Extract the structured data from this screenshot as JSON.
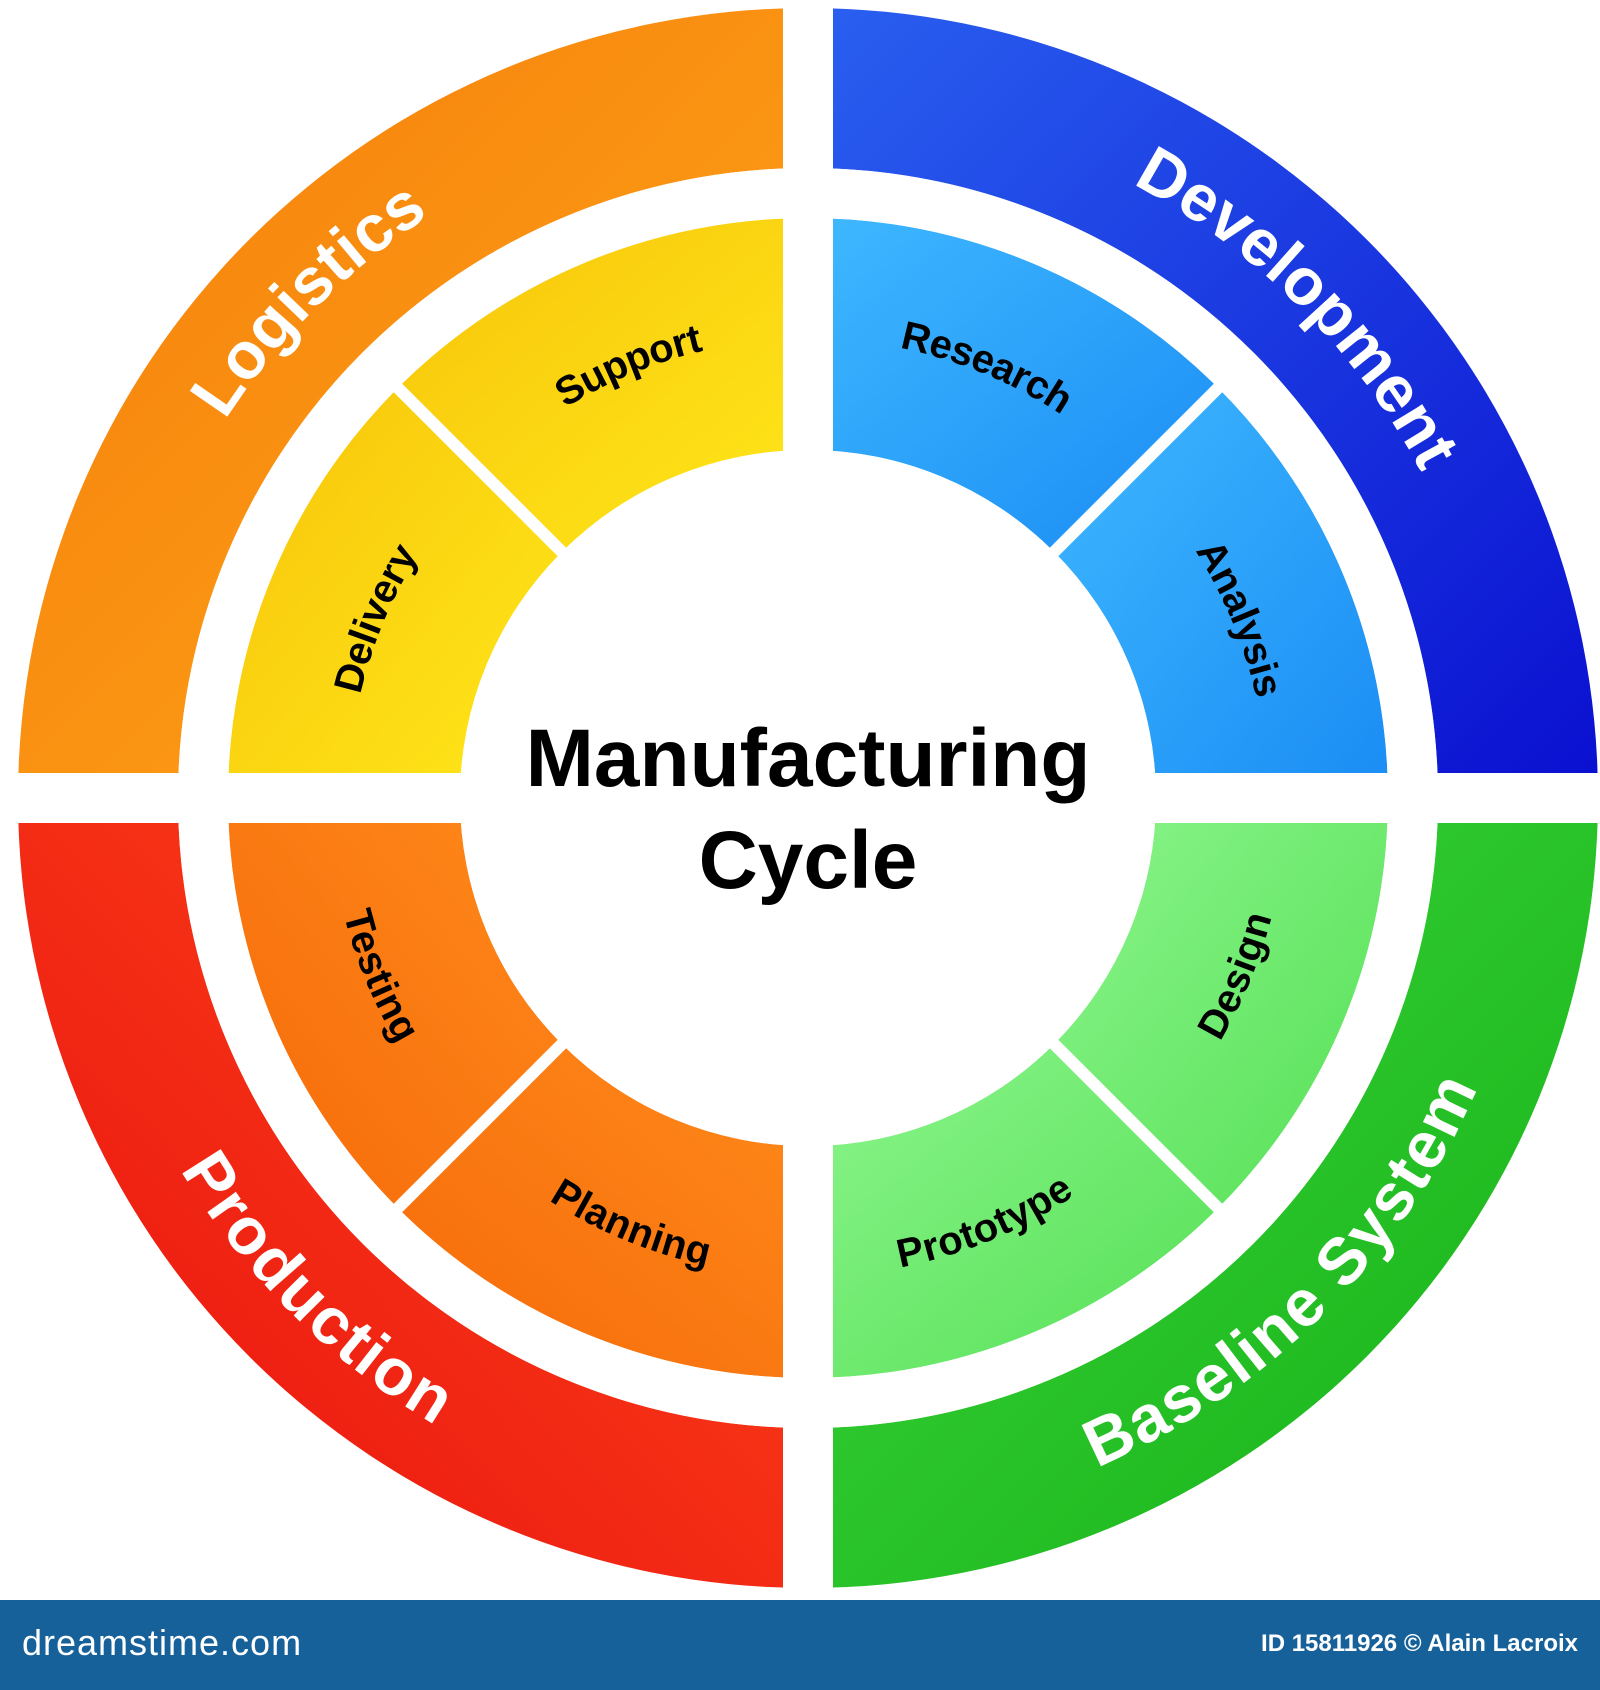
{
  "diagram": {
    "title": "Manufacturing\nCycle",
    "quadrants": [
      {
        "key": "development",
        "label": "Development",
        "outer_color_from": "#2a60f0",
        "outer_color_to": "#0a0fd0",
        "inner_color_from": "#3fb8ff",
        "inner_color_to": "#1a8cf4",
        "items": [
          "Research",
          "Analysis"
        ]
      },
      {
        "key": "baseline-system",
        "label": "Baseline System",
        "outer_color_from": "#3fd83f",
        "outer_color_to": "#14b014",
        "inner_color_from": "#8cf58c",
        "inner_color_to": "#55e055",
        "items": [
          "Design",
          "Prototype"
        ]
      },
      {
        "key": "production",
        "label": "Production",
        "outer_color_from": "#ff4a1a",
        "outer_color_to": "#e80f0f",
        "inner_color_from": "#ff8a1a",
        "inner_color_to": "#f56a0a",
        "items": [
          "Planning",
          "Testing"
        ]
      },
      {
        "key": "logistics",
        "label": "Logistics",
        "outer_color_from": "#ffa61a",
        "outer_color_to": "#f57e0a",
        "inner_color_from": "#ffe81a",
        "inner_color_to": "#f7c40a",
        "items": [
          "Delivery",
          "Support"
        ]
      }
    ]
  },
  "watermark": {
    "site": "dreamstime.com",
    "credit": "ID 15811926 © Alain Lacroix"
  }
}
